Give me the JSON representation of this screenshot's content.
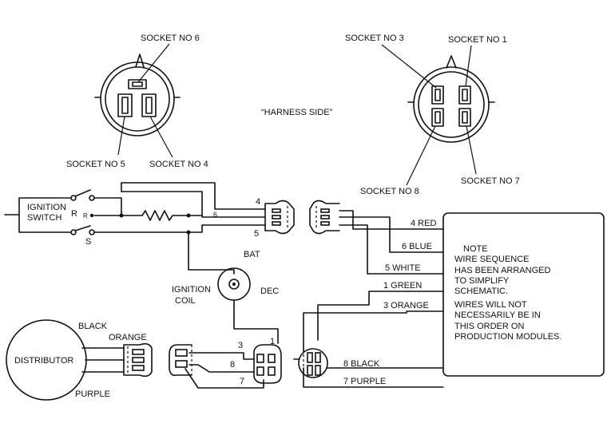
{
  "labels": {
    "socket6": "SOCKET NO 6",
    "socket5": "SOCKET NO 5",
    "socket4": "SOCKET NO 4",
    "socket3": "SOCKET NO 3",
    "socket1": "SOCKET NO 1",
    "socket8": "SOCKET NO 8",
    "socket7": "SOCKET NO 7",
    "harness_side": "“HARNESS SIDE”",
    "ignition": "IGNITION",
    "switch": "SWITCH",
    "r_big": "R",
    "r_small": "R",
    "s": "S",
    "wire_4": "4",
    "wire_6": "6",
    "wire_5": "5",
    "bat": "BAT",
    "ign_coil_1": "IGNITION",
    "ign_coil_2": "COIL",
    "dec": "DEC",
    "black": "BLACK",
    "orange": "ORANGE",
    "distributor": "DISTRIBUTOR",
    "purple": "PURPLE",
    "num_3": "3",
    "num_1": "1",
    "num_8": "8",
    "num_7": "7"
  },
  "module_wires": [
    {
      "label": "4 RED"
    },
    {
      "label": "6 BLUE"
    },
    {
      "label": "5 WHITE"
    },
    {
      "label": "1 GREEN"
    },
    {
      "label": "3 ORANGE"
    },
    {
      "label": "8 BLACK"
    },
    {
      "label": "7 PURPLE"
    }
  ],
  "note": {
    "title": "NOTE",
    "lines_a": [
      "WIRE SEQUENCE",
      "HAS BEEN ARRANGED",
      "TO SIMPLIFY",
      "SCHEMATIC."
    ],
    "lines_b": [
      "WIRES WILL NOT",
      "NECESSARILY BE IN",
      "THIS ORDER ON",
      "PRODUCTION MODULES."
    ]
  }
}
